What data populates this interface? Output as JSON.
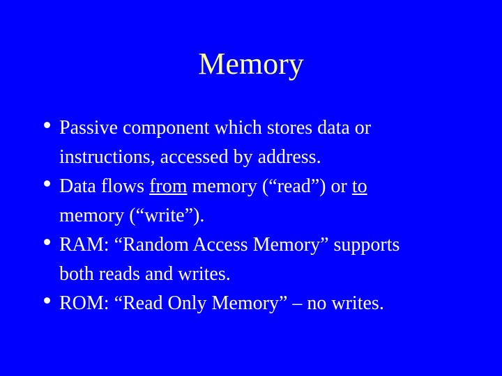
{
  "slide": {
    "title": "Memory",
    "colors": {
      "background": "#0000FF",
      "title_text": "#FFFF99",
      "body_text": "#FFFFFF"
    },
    "bullets": [
      {
        "lines": [
          [
            {
              "t": "Passive component which stores data or"
            }
          ],
          [
            {
              "t": "instructions, accessed by address."
            }
          ]
        ]
      },
      {
        "lines": [
          [
            {
              "t": "Data flows "
            },
            {
              "t": "from",
              "u": true
            },
            {
              "t": " memory (“read”) or "
            },
            {
              "t": "to",
              "u": true
            }
          ],
          [
            {
              "t": "memory (“write”)."
            }
          ]
        ]
      },
      {
        "lines": [
          [
            {
              "t": "RAM: “Random Access Memory” supports"
            }
          ],
          [
            {
              "t": "both reads and writes."
            }
          ]
        ]
      },
      {
        "lines": [
          [
            {
              "t": "ROM: “Read Only Memory” – no writes."
            }
          ]
        ]
      }
    ]
  }
}
